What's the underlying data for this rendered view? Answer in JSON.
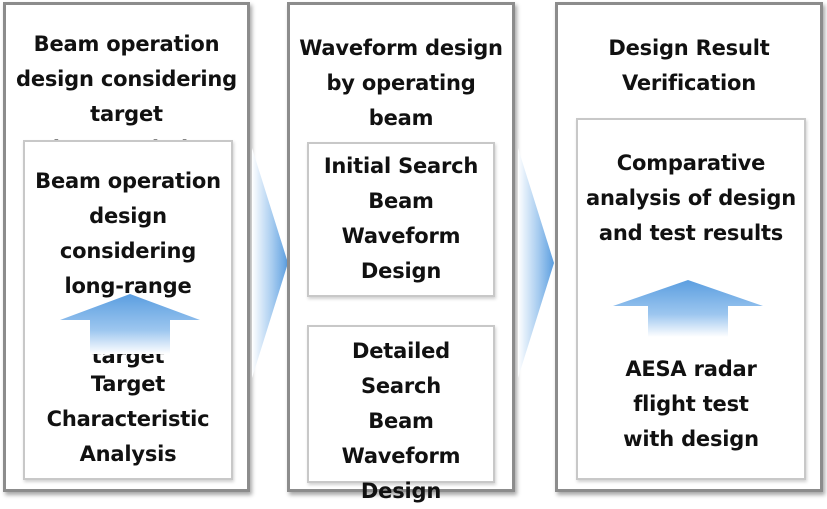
{
  "panel1": {
    "title": "Beam operation\ndesign considering\ntarget characteristics",
    "inner_text": "Beam operation\ndesign considering\nlong-range threat\ntarget",
    "bottom_text": "Target\nCharacteristic\nAnalysis"
  },
  "panel2": {
    "title": "Waveform design\nby operating\nbeam",
    "box1": "Initial Search\nBeam\nWaveform\nDesign",
    "box2": "Detailed Search\nBeam\nWaveform\nDesign"
  },
  "panel3": {
    "title": "Design Result\nVerification",
    "inner_text": "Comparative\nanalysis of design\nand test results",
    "bottom_text": "AESA radar\nflight test\nwith design"
  },
  "colors": {
    "arrow_blue": "#6aa9e3",
    "panel_border": "#8c8c8c",
    "inner_border": "#c8c8c8"
  }
}
